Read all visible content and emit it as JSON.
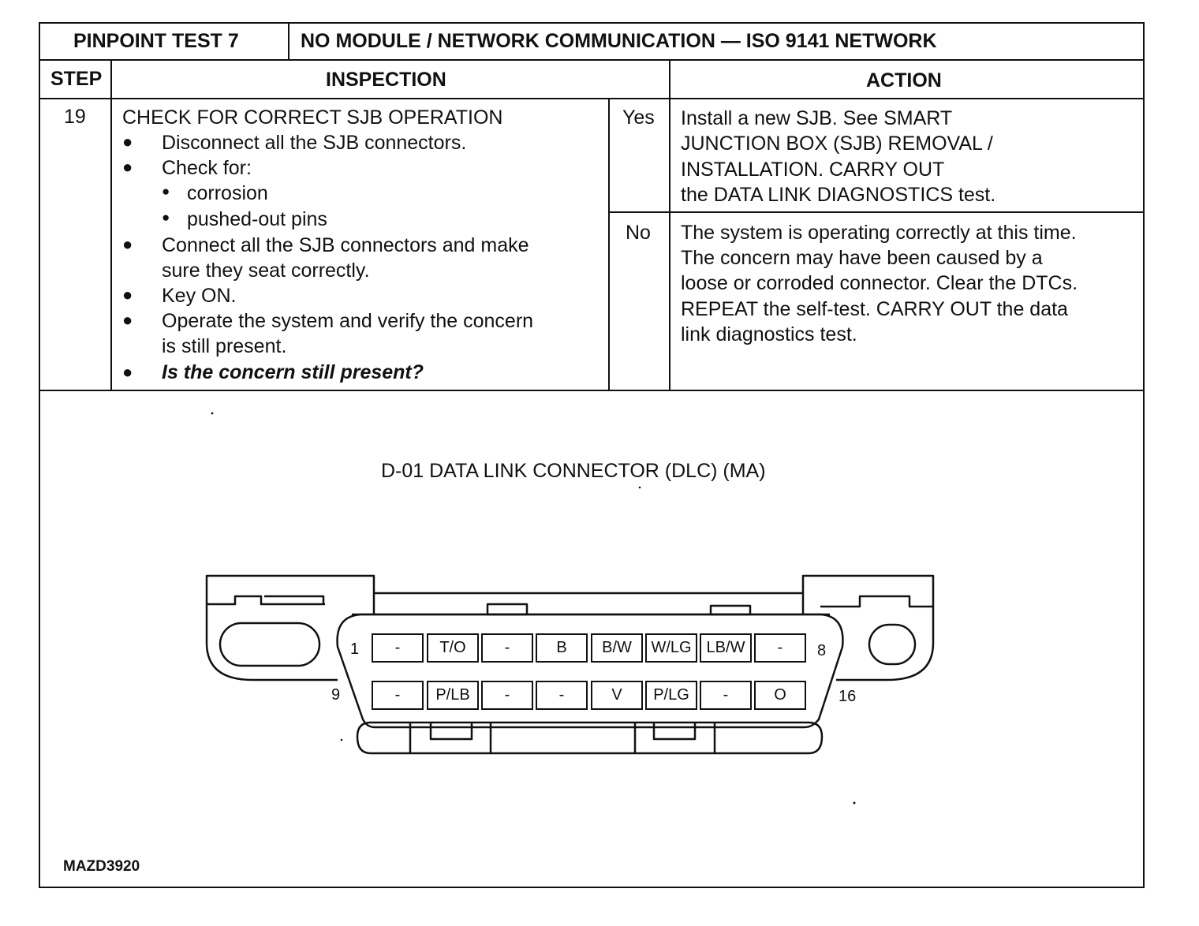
{
  "header": {
    "test_label": "PINPOINT TEST 7",
    "test_title": "NO MODULE / NETWORK COMMUNICATION — ISO 9141 NETWORK"
  },
  "columns": {
    "step": "STEP",
    "inspection": "INSPECTION",
    "action": "ACTION"
  },
  "step": {
    "number": "19",
    "title": "CHECK FOR CORRECT SJB OPERATION",
    "items": [
      "Disconnect all the SJB connectors.",
      "Check for:",
      "corrosion",
      "pushed-out pins",
      "Connect all the SJB connectors and make",
      "sure they seat correctly.",
      "Key ON.",
      "Operate the system and verify the concern",
      "is still present.",
      "Is the concern still present?"
    ]
  },
  "answers": {
    "yes_label": "Yes",
    "yes_lines": [
      "Install a new SJB. See SMART",
      "JUNCTION BOX (SJB) REMOVAL /",
      "INSTALLATION. CARRY OUT",
      "the DATA LINK DIAGNOSTICS test."
    ],
    "no_label": "No",
    "no_lines": [
      "The system is operating correctly at this time.",
      "The concern may have been caused by a",
      "loose or corroded connector. Clear the DTCs.",
      "REPEAT the self-test. CARRY OUT the data",
      "link diagnostics test."
    ]
  },
  "diagram": {
    "title": "D-01 DATA LINK CONNECTOR (DLC) (MA)",
    "pin_numbers": {
      "top_left": "1",
      "top_right": "8",
      "bottom_left": "9",
      "bottom_right": "16"
    },
    "top_row": [
      "-",
      "T/O",
      "-",
      "B",
      "B/W",
      "W/LG",
      "LB/W",
      "-"
    ],
    "bottom_row": [
      "-",
      "P/LB",
      "-",
      "-",
      "V",
      "P/LG",
      "-",
      "O"
    ],
    "figure_id": "MAZD3920"
  }
}
